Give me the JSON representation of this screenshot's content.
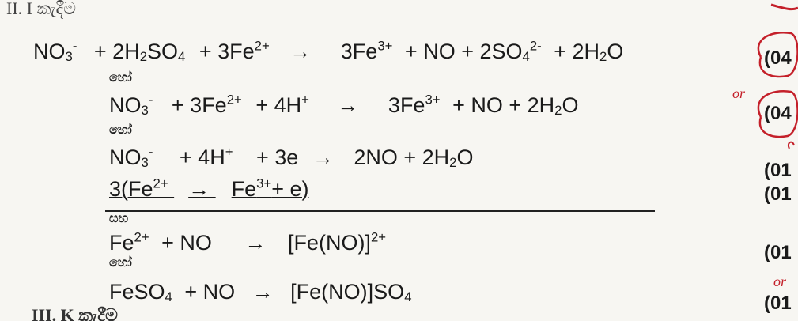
{
  "header": {
    "section": "II. I කැදීම",
    "next_section": "III. K කැදීම"
  },
  "conjunctions": {
    "or": "හෝ",
    "and": "සහ"
  },
  "equations": {
    "eq1": {
      "reactant_1": "NO",
      "reactant_1_sub": "3",
      "reactant_1_sup": "-",
      "reactant_2": "+ 2H",
      "reactant_2_sub_a": "2",
      "reactant_2_b": "SO",
      "reactant_2_sub_b": "4",
      "reactant_3": "+ 3Fe",
      "reactant_3_sup": "2+",
      "arrow": "→",
      "product_1": "3Fe",
      "product_1_sup": "3+",
      "product_2": "+ NO + 2SO",
      "product_2_sub": "4",
      "product_2_sup": "2-",
      "product_3": "+ 2H",
      "product_3_sub": "2",
      "product_3_b": "O",
      "mark": "(04"
    },
    "eq2": {
      "reactant_1": "NO",
      "reactant_1_sub": "3",
      "reactant_1_sup": "-",
      "reactant_2": "+ 3Fe",
      "reactant_2_sup": "2+",
      "reactant_3": "+ 4H",
      "reactant_3_sup": "+",
      "arrow": "→",
      "product_1": "3Fe",
      "product_1_sup": "3+",
      "product_2": "+ NO + 2H",
      "product_2_sub": "2",
      "product_2_b": "O",
      "mark": "(04"
    },
    "eq3": {
      "reactant_1": "NO",
      "reactant_1_sub": "3",
      "reactant_1_sup": "-",
      "reactant_2": "+ 4H",
      "reactant_2_sup": "+",
      "reactant_3": "+ 3e",
      "arrow": "→",
      "product_1": "2NO + 2H",
      "product_1_sub": "2",
      "product_1_b": "O",
      "mark": "(01"
    },
    "eq4": {
      "prefix": "3(Fe",
      "prefix_sup": "2+",
      "arrow": "→",
      "product": "Fe",
      "product_sup": "3+",
      "product_b": "+ e)",
      "mark": "(01"
    },
    "eq5": {
      "reactant_1": "Fe",
      "reactant_1_sup": "2+",
      "reactant_2": "+ NO",
      "arrow": "→",
      "product": "[Fe(NO)]",
      "product_sup": "2+",
      "mark": "(01"
    },
    "eq6": {
      "reactant_1": "FeSO",
      "reactant_1_sub": "4",
      "reactant_2": "+ NO",
      "arrow": "→",
      "product": "[Fe(NO)]SO",
      "product_sub": "4",
      "mark": "(01"
    }
  },
  "annotations": {
    "ink_or_1": "or",
    "ink_or_2": "or",
    "ink_accent_color": "#c4202a"
  }
}
